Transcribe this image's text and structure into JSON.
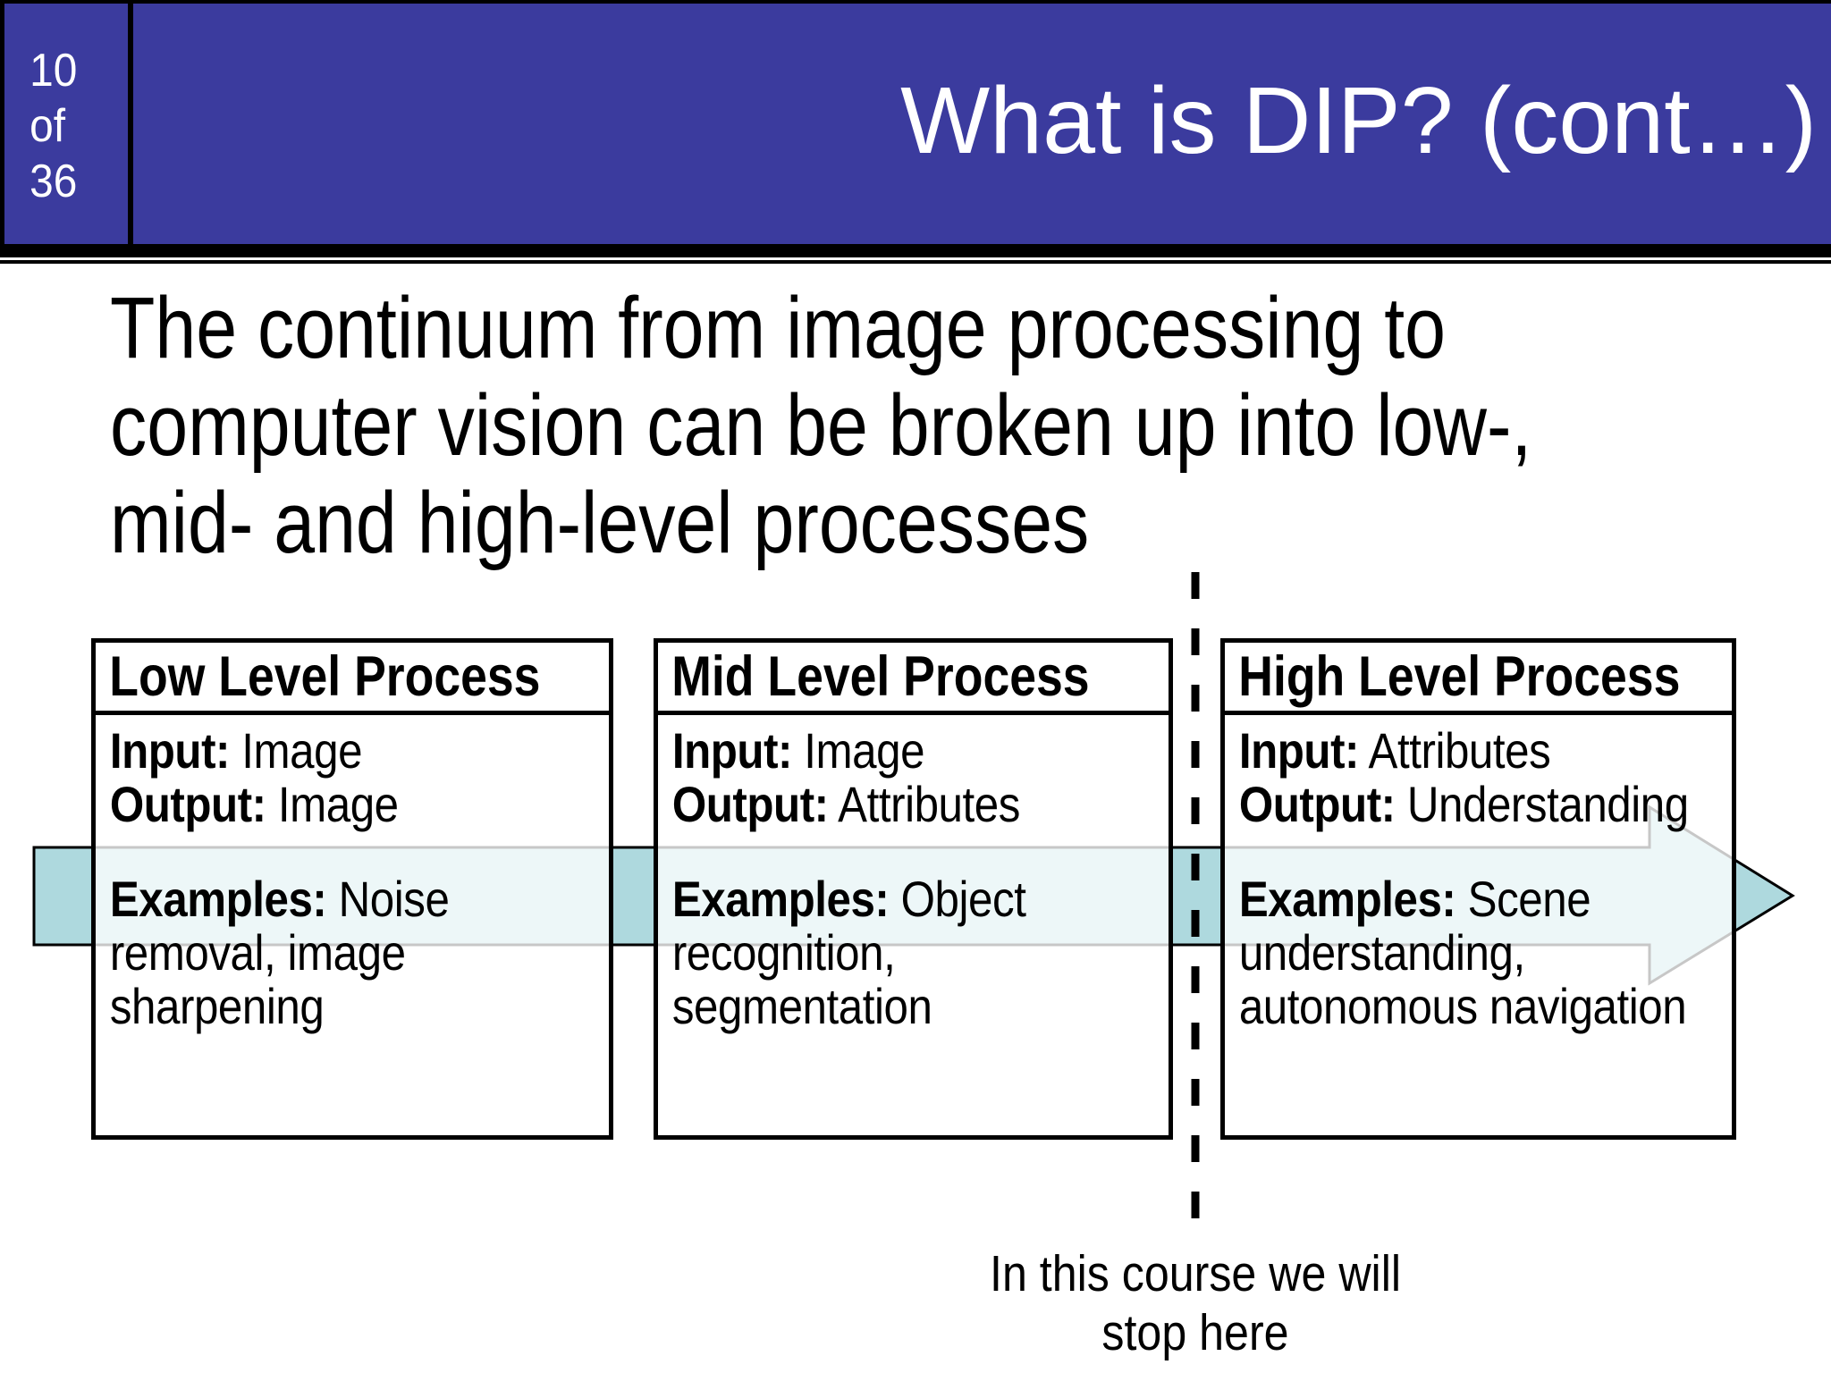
{
  "slide": {
    "colors": {
      "header_bg": "#3B3B9E",
      "arrow_fill": "#AED9DE",
      "arrow_fill_outside_boxes": "#AED9DE",
      "arrow_fill_seen_inside_boxes": "#E6F2F4",
      "text": "#000000",
      "title_text": "#FFFFFF"
    },
    "header": {
      "page_lines": [
        "10",
        "of",
        "36"
      ],
      "title": "What is DIP? (cont…)"
    },
    "intro_lines": [
      "The continuum from image processing to",
      "computer vision can be broken up into low-,",
      "mid- and high-level processes"
    ],
    "boxes": [
      {
        "title": "Low Level Process",
        "input_label": "Input:",
        "input_value": "Image",
        "output_label": "Output:",
        "output_value": "Image",
        "examples_label": "Examples:",
        "examples_lines": [
          "Noise",
          "removal, image",
          "sharpening"
        ]
      },
      {
        "title": "Mid Level Process",
        "input_label": "Input:",
        "input_value": "Image",
        "output_label": "Output:",
        "output_value": "Attributes",
        "examples_label": "Examples:",
        "examples_lines": [
          "Object",
          "recognition,",
          "segmentation"
        ]
      },
      {
        "title": "High Level Process",
        "input_label": "Input:",
        "input_value": "Attributes",
        "output_label": "Output:",
        "output_value": "Understanding",
        "examples_label": "Examples:",
        "examples_lines": [
          "Scene",
          "understanding,",
          "autonomous navigation"
        ]
      }
    ],
    "caption_lines": [
      "In this course we will",
      "stop here"
    ]
  }
}
